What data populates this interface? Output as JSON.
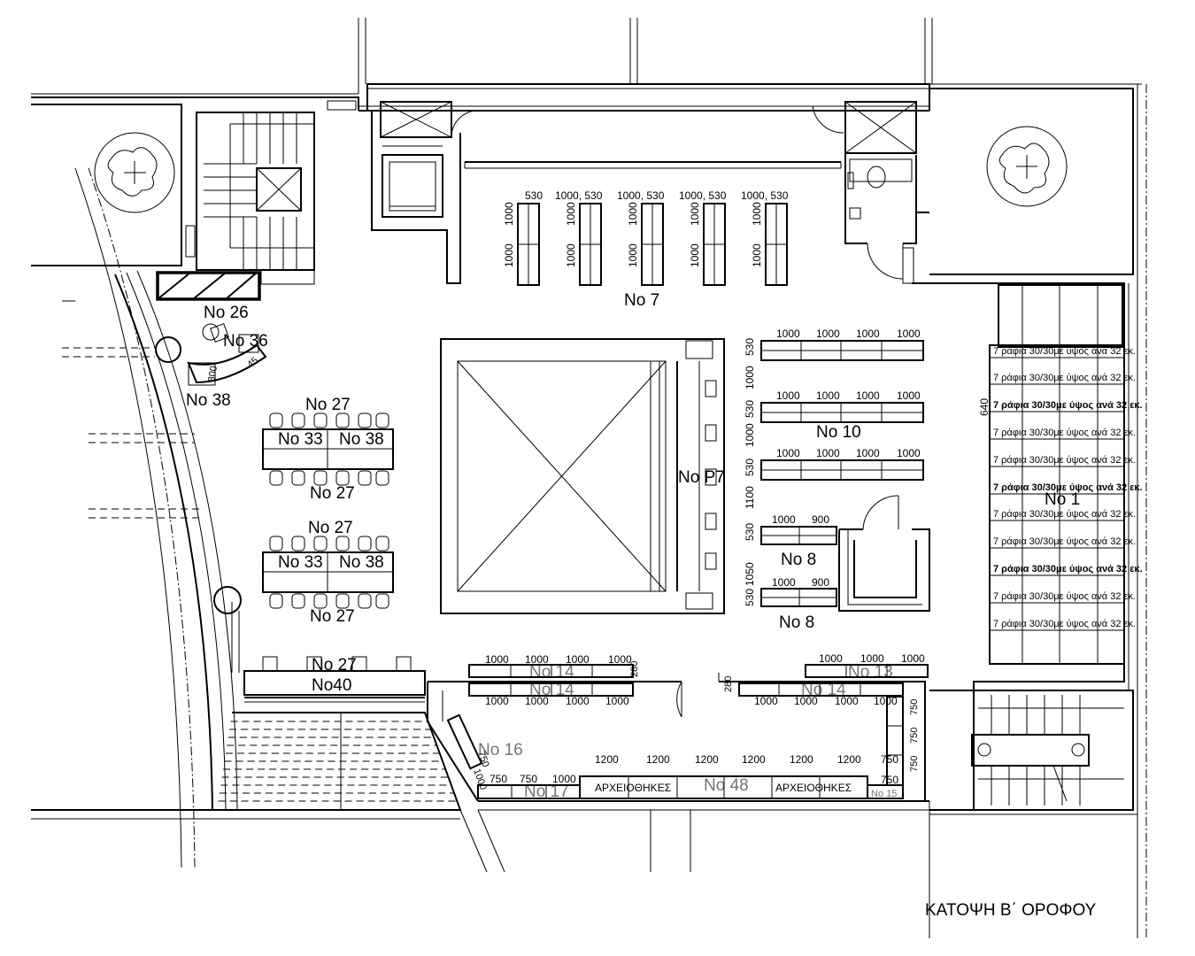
{
  "title": "ΚΑΤΟΨΗ Β΄ ΟΡΟΦΟΥ",
  "labels": {
    "no7": "No  7",
    "no10": "No  10",
    "no8a": "No  8",
    "no8b": "No  8",
    "no1": "No  1",
    "no26": "No  26",
    "no36": "No  36",
    "no38": "No  38",
    "no27_top1": "No  27",
    "no27_bot1": "No  27",
    "no27_top2": "No  27",
    "no27_bot2": "No  27",
    "no33_1": "No  33",
    "no38_1": "No  38",
    "no33_2": "No  33",
    "no38_2": "No  38",
    "no27_40": "No  27",
    "no40": "No40",
    "np7": "No  P7",
    "no14_a": "No  14",
    "no14_b": "No  14",
    "no14_c": "No  14",
    "no13": "No  13",
    "no16": "No  16",
    "no17": "No  17",
    "no48": "No  48",
    "no15": "No  15",
    "archive_left": "ΑΡΧΕΙΟΘΗΚΕΣ",
    "archive_right": "ΑΡΧΕΙΟΘΗΚΕΣ"
  },
  "dims": {
    "d530": "530",
    "d1000_530": "1000, 530",
    "d1000": "1000",
    "d900": "900",
    "d1200": "1200",
    "d750": "750",
    "d1100": "1100",
    "d1050": "1050",
    "d280": "280",
    "d640": "640",
    "d800": "800",
    "d45": "45"
  },
  "shelf_note": "7 ράφια 30/30με ύψος ανά 32 εκ."
}
